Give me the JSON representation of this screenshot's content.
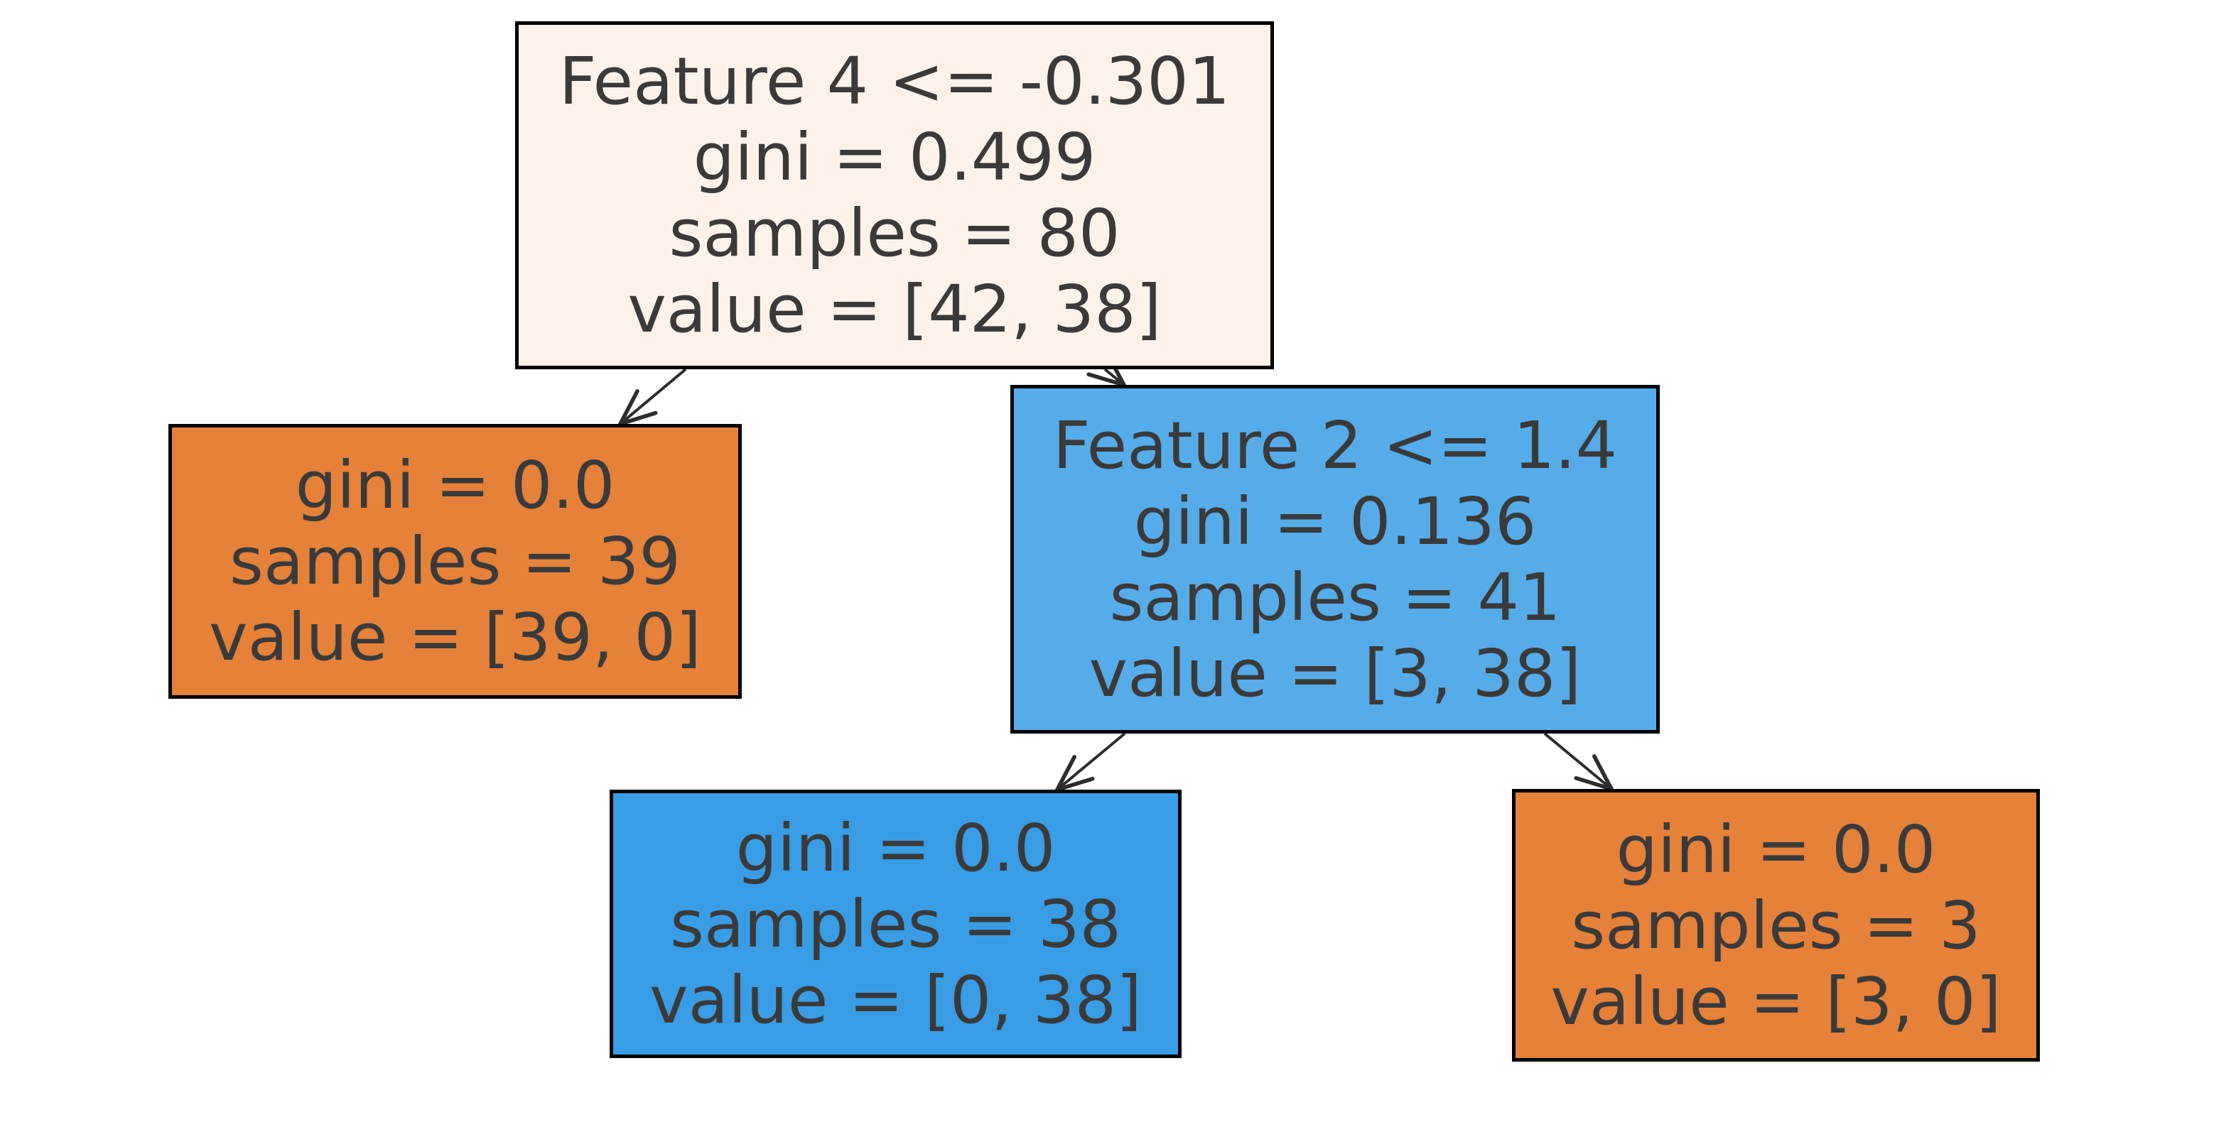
{
  "figure": {
    "kind": "decision-tree-plot",
    "criterion": "gini",
    "n_classes": 2,
    "background_color": "#ffffff",
    "border_color": "#000000",
    "text_color": "#3a3a3a",
    "edge_color": "#2d2d2d"
  },
  "colors": {
    "class0_pure_orange": "#e58139",
    "class1_pure_blue": "#399de5",
    "class1_light_blue": "#56ace9",
    "root_near_white": "#fcf2ea"
  },
  "nodes": [
    {
      "id": "root",
      "condition": "Feature 4 <= -0.301",
      "gini": "gini = 0.499",
      "samples": "samples = 80",
      "value": "value = [42, 38]",
      "fill": "#fcf2ea",
      "feature": "Feature 4",
      "threshold": -0.301,
      "gini_value": 0.499,
      "samples_count": 80,
      "value_counts": [
        42,
        38
      ]
    },
    {
      "id": "left-leaf",
      "gini": "gini = 0.0",
      "samples": "samples = 39",
      "value": "value = [39, 0]",
      "fill": "#e58139",
      "gini_value": 0.0,
      "samples_count": 39,
      "value_counts": [
        39,
        0
      ]
    },
    {
      "id": "right-split",
      "condition": "Feature 2 <= 1.4",
      "gini": "gini = 0.136",
      "samples": "samples = 41",
      "value": "value = [3, 38]",
      "fill": "#56ace9",
      "feature": "Feature 2",
      "threshold": 1.4,
      "gini_value": 0.136,
      "samples_count": 41,
      "value_counts": [
        3,
        38
      ]
    },
    {
      "id": "right-left-leaf",
      "gini": "gini = 0.0",
      "samples": "samples = 38",
      "value": "value = [0, 38]",
      "fill": "#399de5",
      "gini_value": 0.0,
      "samples_count": 38,
      "value_counts": [
        0,
        38
      ]
    },
    {
      "id": "right-right-leaf",
      "gini": "gini = 0.0",
      "samples": "samples = 3",
      "value": "value = [3, 0]",
      "fill": "#e58139",
      "gini_value": 0.0,
      "samples_count": 3,
      "value_counts": [
        3,
        0
      ]
    }
  ],
  "edges": [
    {
      "from": "root",
      "to": "left-leaf"
    },
    {
      "from": "root",
      "to": "right-split"
    },
    {
      "from": "right-split",
      "to": "right-left-leaf"
    },
    {
      "from": "right-split",
      "to": "right-right-leaf"
    }
  ]
}
